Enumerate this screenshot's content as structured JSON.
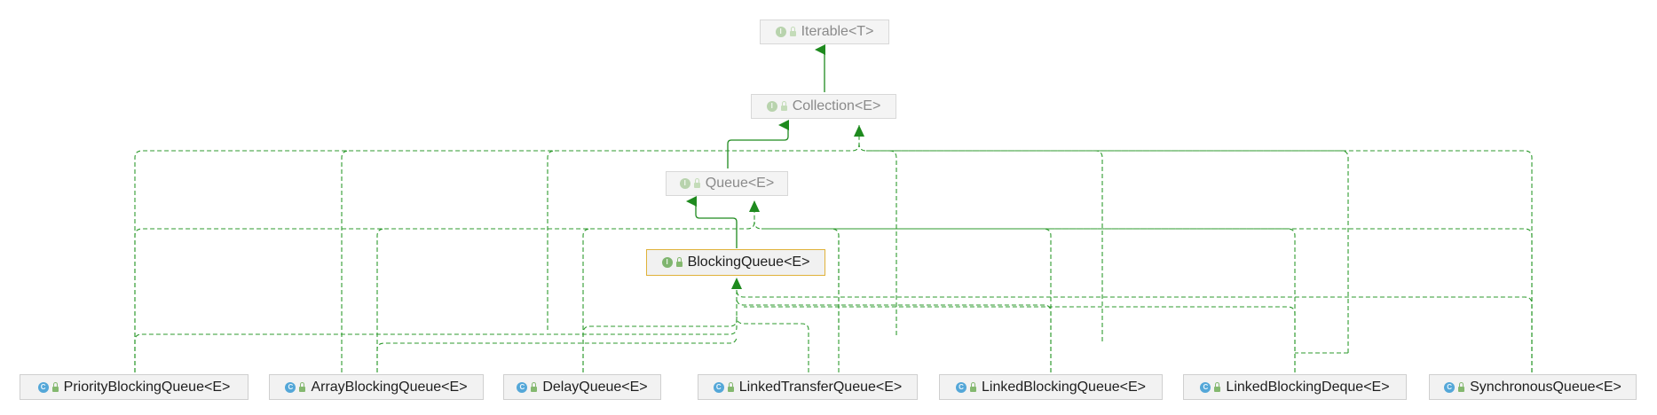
{
  "diagram": {
    "interfaces": {
      "iterable": "Iterable<T>",
      "collection": "Collection<E>",
      "queue": "Queue<E>",
      "blocking_queue": "BlockingQueue<E>"
    },
    "classes": [
      "PriorityBlockingQueue<E>",
      "ArrayBlockingQueue<E>",
      "DelayQueue<E>",
      "LinkedTransferQueue<E>",
      "LinkedBlockingQueue<E>",
      "LinkedBlockingDeque<E>",
      "SynchronousQueue<E>"
    ],
    "badges": {
      "interface": "I",
      "class": "C"
    },
    "colors": {
      "edge": "#1e8a1e",
      "implements_edge": "#2e9a2e",
      "selected_border": "#e0b23a",
      "class_badge": "#54a7d8",
      "interface_badge": "#7fb56f"
    },
    "icons": {
      "interface": "interface-icon",
      "class": "class-icon",
      "visibility": "public-lock-icon"
    }
  },
  "watermark": ""
}
